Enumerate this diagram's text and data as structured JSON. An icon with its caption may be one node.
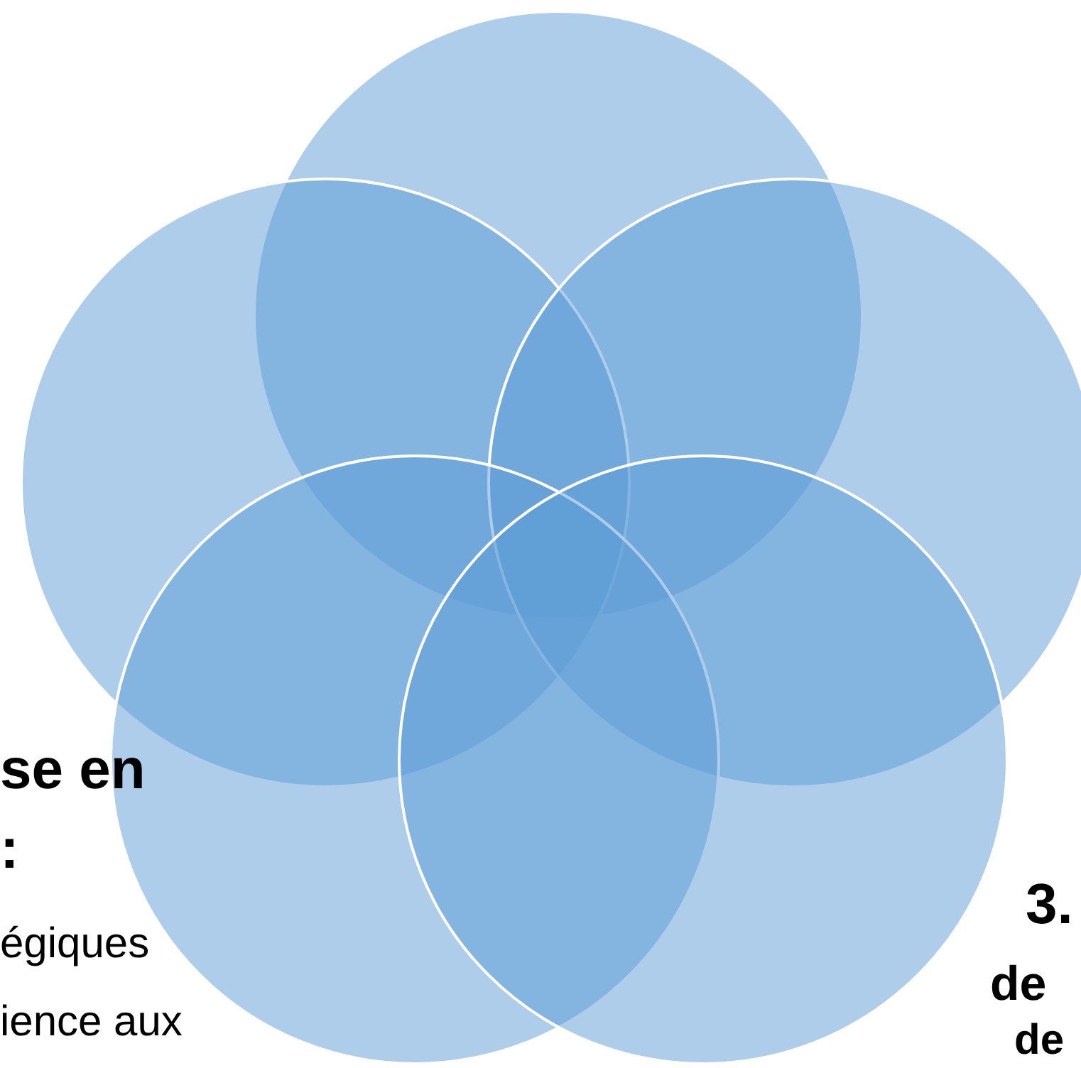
{
  "diagram": {
    "nodes": [
      {
        "text": [],
        "shape": "circle"
      },
      {
        "text": [],
        "shape": "circle"
      },
      {
        "text": [],
        "shape": "circle"
      },
      {
        "text": [],
        "shape": "circle"
      },
      {
        "text": [],
        "shape": "circle"
      }
    ],
    "labels": [
      "se en",
      ":",
      "égiques",
      "ience aux",
      "3.",
      "de",
      "de"
    ]
  }
}
